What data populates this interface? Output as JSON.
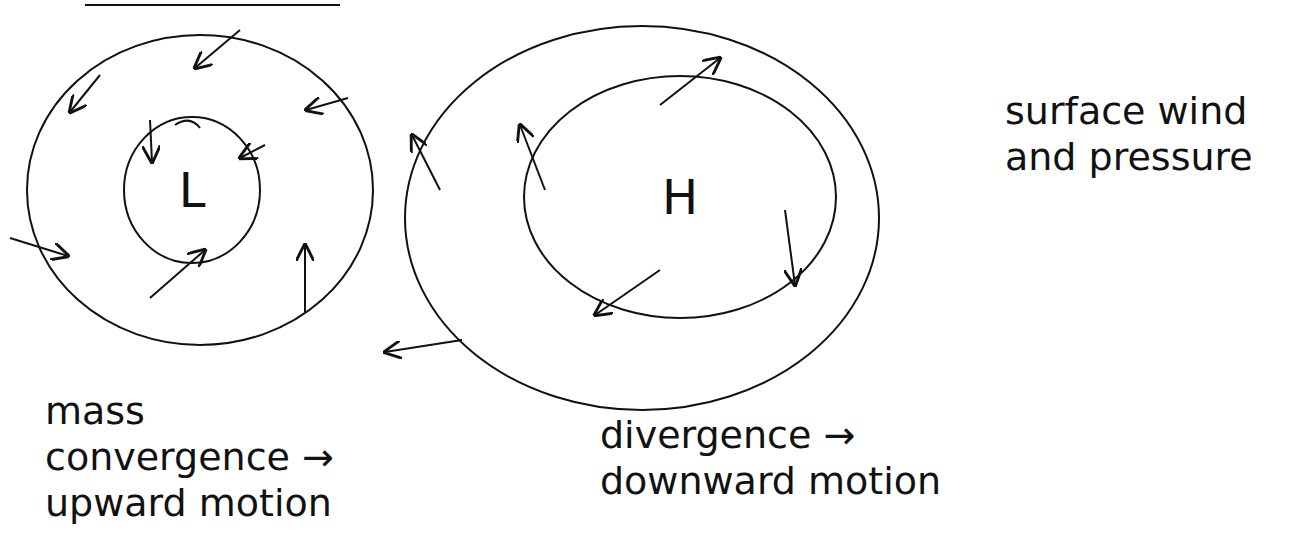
{
  "diagram": {
    "nodes": [
      {
        "text": [
          "L"
        ]
      },
      {
        "text": [
          "H"
        ]
      }
    ],
    "labels": [
      "surface wind and pressure",
      "mass convergence → upward motion",
      "divergence → downward motion"
    ]
  }
}
